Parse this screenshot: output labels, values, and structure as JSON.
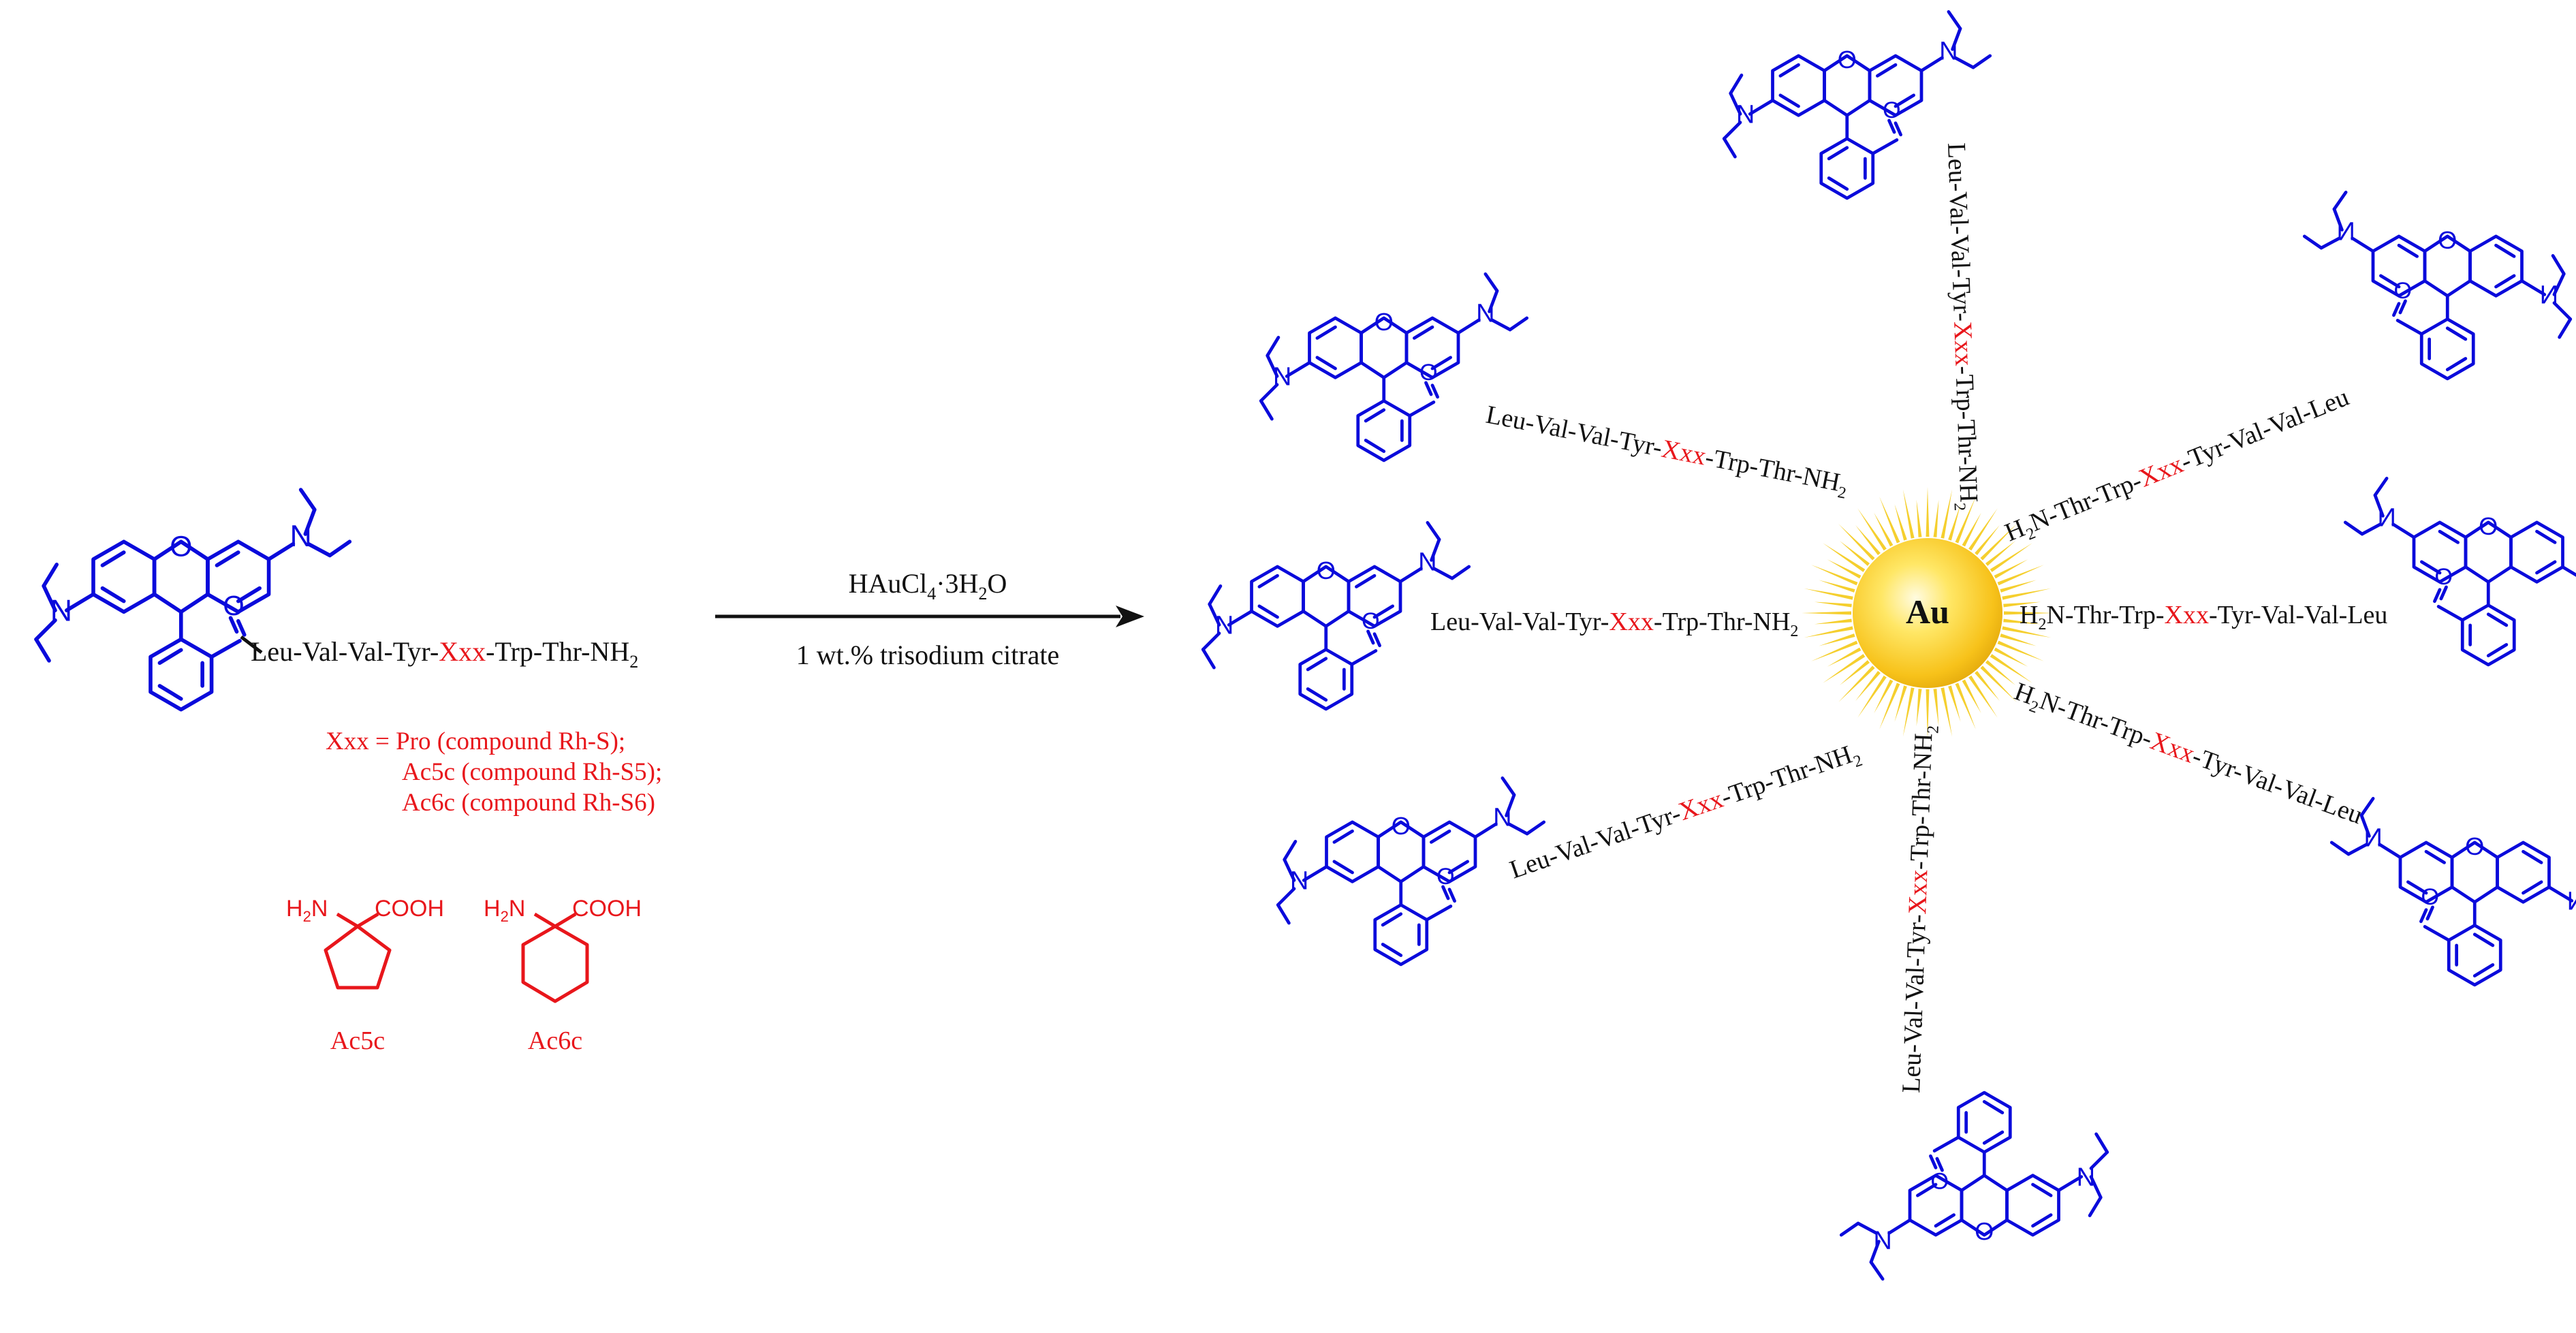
{
  "colors": {
    "dye": "#0a0adb",
    "highlight": "#e8161b",
    "text": "#111111",
    "gold_core": "#f7c21a",
    "gold_rays": "#f5cf2e"
  },
  "monomer": {
    "n_atom": "N",
    "o_atom": "O",
    "peptide_pre": "Leu-Val-Val-Tyr-",
    "xxx": "Xxx",
    "peptide_post": "-Trp-Thr-NH",
    "subscript": "2"
  },
  "legend": {
    "line1": "Xxx = Pro (compound Rh-S);",
    "line2": "Ac5c (compound Rh-S5);",
    "line3": "Ac6c (compound Rh-S6)"
  },
  "amino_acids": {
    "h2n_main": "H",
    "h2n_sub": "2",
    "h2n_tail": "N",
    "cooh": "COOH",
    "ac5c": "Ac5c",
    "ac6c": "Ac6c"
  },
  "reaction": {
    "reagent_main": "HAuCl",
    "reagent_sub1": "4",
    "reagent_mid": "·3H",
    "reagent_sub2": "2",
    "reagent_tail": "O",
    "condition": "1 wt.% trisodium citrate"
  },
  "nanoparticle": {
    "core_label": "Au",
    "chain_a_pre": "Leu-Val-Val-Tyr-",
    "chain_a_post": "-Trp-Thr-NH",
    "chain_b_pre": "H",
    "chain_b_mid": "N-Thr-Trp-",
    "chain_b_post": "-Tyr-Val-Val-Leu",
    "xxx": "Xxx",
    "sub2": "2"
  }
}
